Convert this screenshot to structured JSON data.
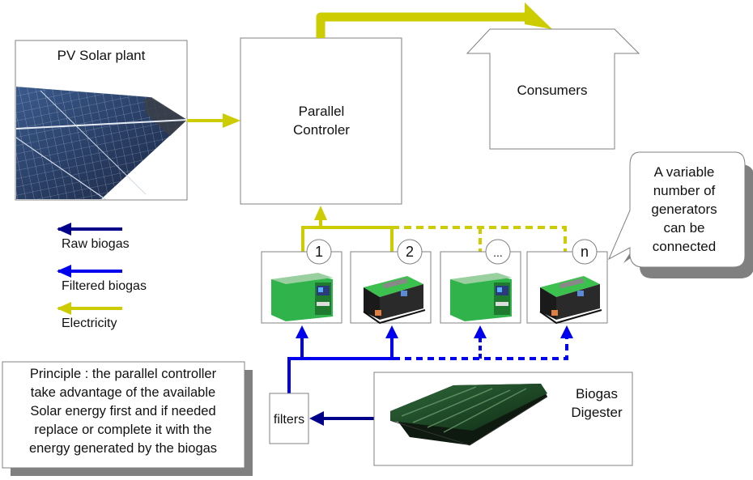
{
  "colors": {
    "electricity": "#cccc00",
    "raw_biogas": "#00008b",
    "filtered_biogas": "#0000ee",
    "box_stroke": "#808080",
    "shadow": "#808080",
    "generator_green": "#33bb44"
  },
  "nodes": {
    "solar": {
      "label": "PV Solar plant"
    },
    "controller": {
      "label_lines": [
        "Parallel",
        "Controler"
      ]
    },
    "consumers": {
      "label": "Consumers"
    },
    "callout": {
      "lines": [
        "A variable",
        "number of",
        "generators",
        "can be",
        "connected"
      ]
    },
    "generators": [
      {
        "badge": "1",
        "style": "enclosed",
        "connection": "solid"
      },
      {
        "badge": "2",
        "style": "open-frame",
        "connection": "solid"
      },
      {
        "badge": "...",
        "style": "enclosed",
        "connection": "dashed"
      },
      {
        "badge": "n",
        "style": "open-frame",
        "connection": "dashed"
      }
    ],
    "filters": {
      "label": "filters"
    },
    "digester": {
      "label_lines": [
        "Biogas",
        "Digester"
      ]
    },
    "principle": {
      "lines": [
        "Principle : the parallel controller",
        "take advantage of the available",
        "Solar energy first and if needed",
        "replace or complete it with the",
        "energy generated by the biogas"
      ]
    }
  },
  "legend": [
    {
      "label": "Raw biogas",
      "color_key": "raw_biogas"
    },
    {
      "label": "Filtered biogas",
      "color_key": "filtered_biogas"
    },
    {
      "label": "Electricity",
      "color_key": "electricity"
    }
  ]
}
